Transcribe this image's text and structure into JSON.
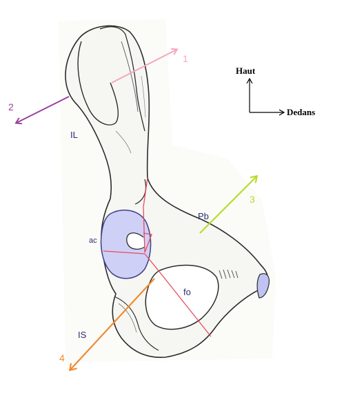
{
  "labels": {
    "il": "IL",
    "ac": "ac",
    "pb": "Pb",
    "fo": "fo",
    "is": "IS"
  },
  "arrows": [
    {
      "number": "1",
      "color": "#f4a6bf"
    },
    {
      "number": "2",
      "color": "#9a3f9e"
    },
    {
      "number": "3",
      "color": "#b6dd2a"
    },
    {
      "number": "4",
      "color": "#f08a2e"
    }
  ],
  "orientation": {
    "up": "Haut",
    "medial": "Dedans"
  },
  "colors": {
    "outline": "#2b2b2b",
    "acetabulum_fill": "#cfd0f5",
    "acetabulum_stroke": "#3f3f8a",
    "symphysis_fill": "#bfc2f2",
    "boundary_lines": "#e84a5f",
    "bone_fill": "#f6f6f2"
  }
}
